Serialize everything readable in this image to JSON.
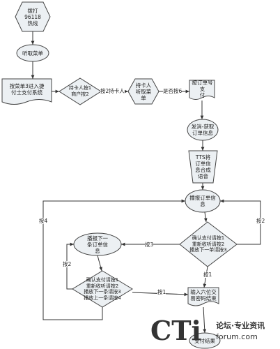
{
  "nodes": {
    "dial": "拨打\n96118\n热线",
    "listen_menu": "听取菜单",
    "press3": "按菜单3进入捷\n付士支付系统",
    "cardholder_check": "持卡人按1\n商户按2",
    "cardholder_menu": "持卡人\n听取菜\n单",
    "enter_order": "按订单号支\n付",
    "send_msg": "发消-获取\n订单信息",
    "tts": "TTS将\n订单信\n息合成\n语音",
    "play_order": "播报订单信\n息",
    "confirm_main": "确认支付请按1\n重新收听请按2\n播放下一单请按3",
    "play_next": "播报下一\n条订单信\n息",
    "confirm_next": "确认支付请按1\n重新收听请按2\n播放下一条请按3\n播放上一条请按4",
    "enter_pin": "输入六位交\n易密码结束",
    "pay_result": "支付结果"
  },
  "edge_labels": {
    "press2_cardholder": "按2持卡人",
    "is_press6": "是否按6",
    "press2_right": "按2",
    "press4_left": "按4",
    "press3": "按3",
    "press2_left": "按2",
    "press1_mid": "按1",
    "press1_bottom": "按1"
  },
  "watermark": {
    "logo": "CTi",
    "line1": "论坛·专业资讯",
    "line2": "forum.com"
  }
}
